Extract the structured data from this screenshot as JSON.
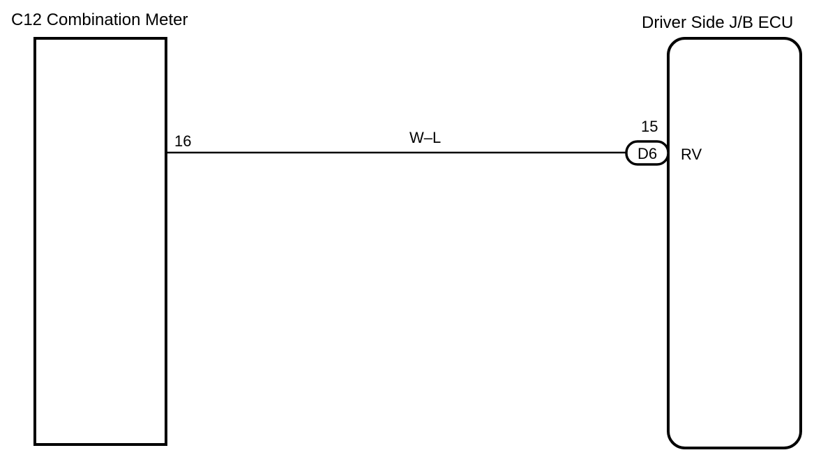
{
  "diagram": {
    "left_component": {
      "title": "C12 Combination Meter",
      "terminal_number": "16"
    },
    "right_component": {
      "title": "Driver Side J/B ECU",
      "terminal_number": "15",
      "connector_id": "D6",
      "terminal_name": "RV"
    },
    "wire": {
      "color_code": "W–L"
    }
  }
}
